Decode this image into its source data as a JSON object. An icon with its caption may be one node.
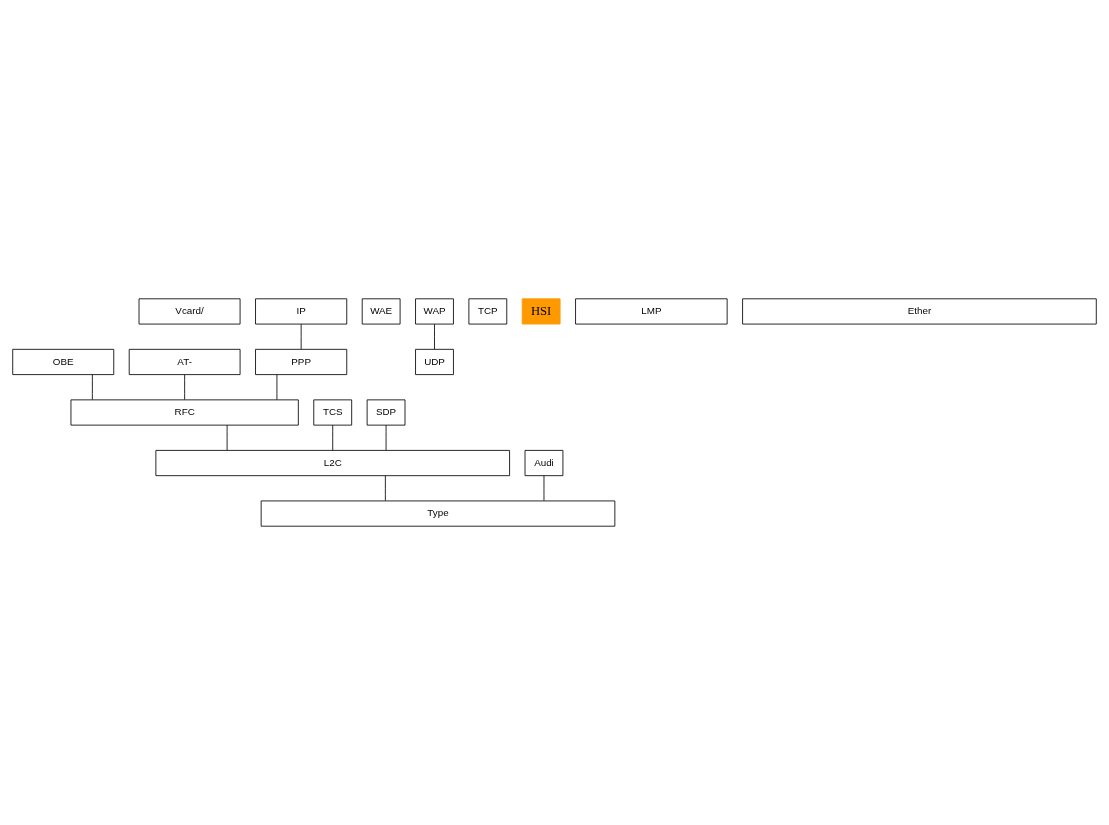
{
  "diagram": {
    "nodes": [
      {
        "text": [
          "Vcard/"
        ]
      },
      {
        "text": [
          "OBE"
        ]
      },
      {
        "text": [
          "WAE"
        ]
      },
      {
        "text": [
          "WAP"
        ]
      },
      {
        "text": [
          "UDP"
        ]
      },
      {
        "text": [
          "TCP"
        ]
      },
      {
        "text": [
          "IP"
        ]
      },
      {
        "text": [
          "TCS"
        ]
      },
      {
        "text": [
          "SDP"
        ]
      },
      {
        "text": [
          "AT-"
        ]
      },
      {
        "text": [
          "PPP"
        ]
      },
      {
        "text": [
          "Audi"
        ]
      },
      {
        "text": [
          "RFC"
        ]
      },
      {
        "text": [
          "L2C"
        ]
      },
      {
        "text": [
          "HSI"
        ]
      },
      {
        "text": [
          "LMP"
        ]
      },
      {
        "text": [
          "Type"
        ]
      },
      {
        "text": [
          "Ether"
        ]
      }
    ],
    "edges": [
      {
        "from": 3,
        "to": 4,
        "arrow": "none"
      },
      {
        "from": 1,
        "to": 12,
        "arrow": "none"
      },
      {
        "from": 6,
        "to": 10,
        "arrow": "none"
      },
      {
        "from": 10,
        "to": 12,
        "arrow": "none"
      },
      {
        "from": 9,
        "to": 12,
        "arrow": "none"
      },
      {
        "from": 12,
        "to": 13,
        "arrow": "none"
      },
      {
        "from": 7,
        "to": 13,
        "arrow": "none"
      },
      {
        "from": 8,
        "to": 13,
        "arrow": "none"
      },
      {
        "from": 13,
        "to": 16,
        "arrow": "none"
      },
      {
        "from": 11,
        "to": 16,
        "arrow": "none"
      }
    ]
  }
}
